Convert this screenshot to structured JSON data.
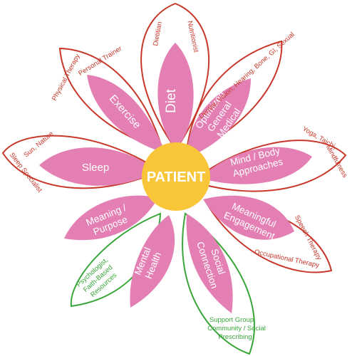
{
  "center": {
    "label": "PATIENT",
    "color": "#f9c63a"
  },
  "colors": {
    "petal": "#e47fb3",
    "outer_red": "#c7372a",
    "outer_green": "#3aa63a"
  },
  "petals": [
    {
      "key": "diet",
      "lines": [
        "Diet"
      ],
      "outer": [
        "Dietitian",
        "Nutritionist"
      ]
    },
    {
      "key": "medical",
      "lines": [
        "Optimized",
        "General",
        "Medical"
      ],
      "outer": [
        "Dentist, Vision, Hearing, Bone, GI, Sexual"
      ]
    },
    {
      "key": "mindbody",
      "lines": [
        "Mind / Body",
        "Approaches"
      ],
      "outer": [
        "Yoga, Taichi,",
        "Mindfulness"
      ]
    },
    {
      "key": "engagement",
      "lines": [
        "Meaningful",
        "Engagement"
      ],
      "outer": [
        "Speech Therapy",
        "Occupational Therapy"
      ]
    },
    {
      "key": "social",
      "lines": [
        "Social",
        "Connection"
      ],
      "outer": [
        "Support Group",
        "Community / Social",
        "Prescribing"
      ]
    },
    {
      "key": "mental",
      "lines": [
        "Mental",
        "Health"
      ],
      "outer": [
        "Psychologist,",
        "Faith-Based",
        "Resources"
      ]
    },
    {
      "key": "meaning",
      "lines": [
        "Meaning /",
        "Purpose"
      ],
      "outer": []
    },
    {
      "key": "sleep",
      "lines": [
        "Sleep"
      ],
      "outer": [
        "Sleep Specialist",
        "Sun, Nature"
      ]
    },
    {
      "key": "exercise",
      "lines": [
        "Exercise"
      ],
      "outer": [
        "Physical Therapy",
        "Personal Trainer"
      ]
    }
  ]
}
